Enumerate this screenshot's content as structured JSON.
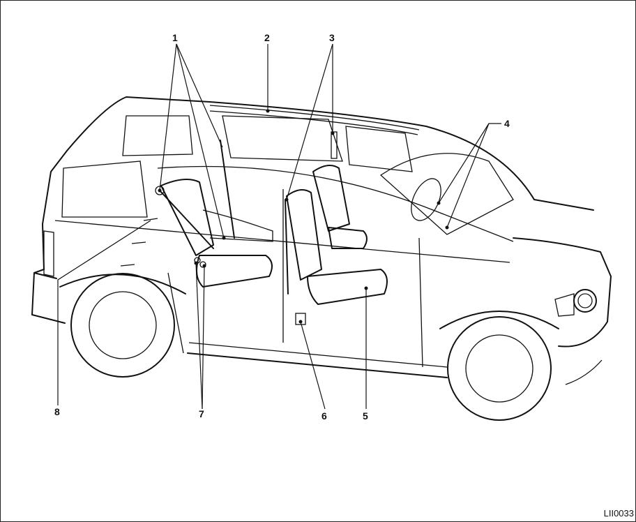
{
  "figure": {
    "id_label": "LII0033",
    "colors": {
      "line": "#111111",
      "background": "#ffffff",
      "border": "#222222"
    }
  },
  "callouts": [
    {
      "key": "c1",
      "text": "1"
    },
    {
      "key": "c2",
      "text": "2"
    },
    {
      "key": "c3",
      "text": "3"
    },
    {
      "key": "c4",
      "text": "4"
    },
    {
      "key": "c5",
      "text": "5"
    },
    {
      "key": "c6",
      "text": "6"
    },
    {
      "key": "c7",
      "text": "7"
    },
    {
      "key": "c8",
      "text": "8"
    }
  ]
}
